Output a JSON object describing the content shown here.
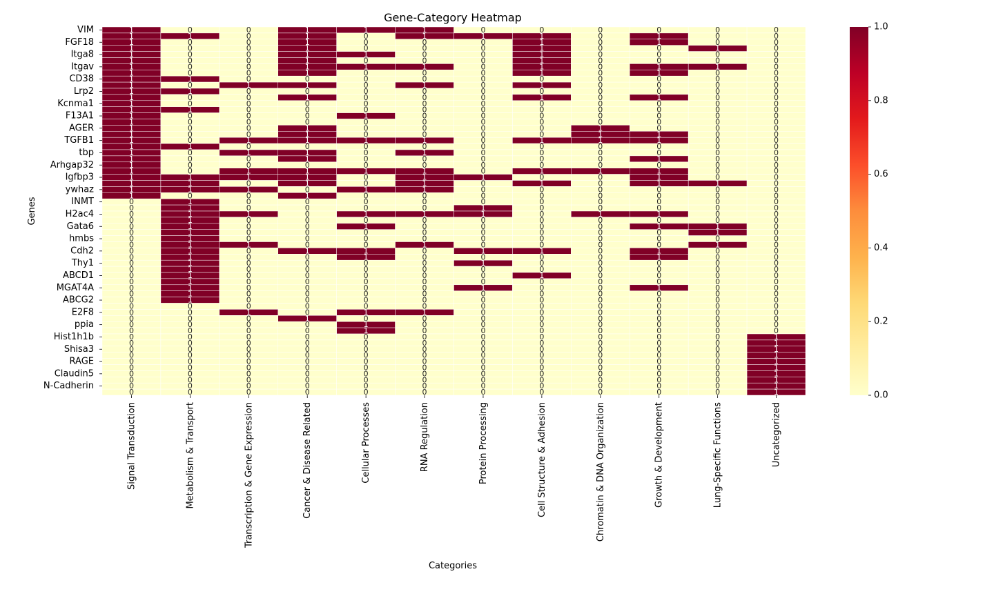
{
  "chart_data": {
    "type": "heatmap",
    "title": "Gene-Category Heatmap",
    "xlabel": "Categories",
    "ylabel": "Genes",
    "categories": [
      "Signal Transduction",
      "Metabolism & Transport",
      "Transcription & Gene Expression",
      "Cancer & Disease Related",
      "Cellular Processes",
      "RNA Regulation",
      "Protein Processing",
      "Cell Structure & Adhesion",
      "Chromatin & DNA Organization",
      "Growth & Development",
      "Lung-Specific Functions",
      "Uncategorized"
    ],
    "y_tick_labels": [
      "VIM",
      "FGF18",
      "Itga8",
      "Itgav",
      "CD38",
      "Lrp2",
      "Kcnma1",
      "F13A1",
      "AGER",
      "TGFB1",
      "tbp",
      "Arhgap32",
      "Igfbp3",
      "ywhaz",
      "INMT",
      "H2ac4",
      "Gata6",
      "hmbs",
      "Cdh2",
      "Thy1",
      "ABCD1",
      "MGAT4A",
      "ABCG2",
      "E2F8",
      "ppia",
      "Hist1h1b",
      "Shisa3",
      "RAGE",
      "Claudin5",
      "N-Cadherin"
    ],
    "y_tick_row_positions": [
      0,
      2,
      4,
      6,
      8,
      10,
      12,
      14,
      16,
      18,
      20,
      22,
      24,
      26,
      28,
      30,
      32,
      34,
      36,
      38,
      40,
      42,
      44,
      46,
      48,
      50,
      52,
      54,
      56,
      58
    ],
    "rows": [
      "VIM",
      "",
      "FGF18",
      "",
      "Itga8",
      "",
      "Itgav",
      "",
      "CD38",
      "",
      "Lrp2",
      "",
      "Kcnma1",
      "",
      "F13A1",
      "",
      "AGER",
      "",
      "TGFB1",
      "",
      "tbp",
      "",
      "Arhgap32",
      "",
      "Igfbp3",
      "",
      "ywhaz",
      "",
      "INMT",
      "",
      "H2ac4",
      "",
      "Gata6",
      "",
      "hmbs",
      "",
      "Cdh2",
      "",
      "Thy1",
      "",
      "ABCD1",
      "",
      "MGAT4A",
      "",
      "ABCG2",
      "",
      "E2F8",
      "",
      "ppia",
      "",
      "Hist1h1b",
      "",
      "Shisa3",
      "",
      "RAGE",
      "",
      "Claudin5",
      "",
      "N-Cadherin",
      ""
    ],
    "values": [
      [
        1,
        0,
        0,
        1,
        1,
        1,
        0,
        0,
        0,
        0,
        0,
        0
      ],
      [
        1,
        1,
        0,
        1,
        0,
        1,
        1,
        1,
        0,
        1,
        0,
        0
      ],
      [
        1,
        0,
        0,
        1,
        0,
        0,
        0,
        1,
        0,
        1,
        0,
        0
      ],
      [
        1,
        0,
        0,
        1,
        0,
        0,
        0,
        1,
        0,
        0,
        1,
        0
      ],
      [
        1,
        0,
        0,
        1,
        1,
        0,
        0,
        1,
        0,
        0,
        0,
        0
      ],
      [
        1,
        0,
        0,
        1,
        0,
        0,
        0,
        1,
        0,
        0,
        0,
        0
      ],
      [
        1,
        0,
        0,
        1,
        1,
        1,
        0,
        1,
        0,
        1,
        1,
        0
      ],
      [
        1,
        0,
        0,
        1,
        0,
        0,
        0,
        1,
        0,
        1,
        0,
        0
      ],
      [
        1,
        1,
        0,
        0,
        0,
        0,
        0,
        0,
        0,
        0,
        0,
        0
      ],
      [
        1,
        0,
        1,
        1,
        0,
        1,
        0,
        1,
        0,
        0,
        0,
        0
      ],
      [
        1,
        1,
        0,
        0,
        0,
        0,
        0,
        0,
        0,
        0,
        0,
        0
      ],
      [
        1,
        0,
        0,
        1,
        0,
        0,
        0,
        1,
        0,
        1,
        0,
        0
      ],
      [
        1,
        0,
        0,
        0,
        0,
        0,
        0,
        0,
        0,
        0,
        0,
        0
      ],
      [
        1,
        1,
        0,
        0,
        0,
        0,
        0,
        0,
        0,
        0,
        0,
        0
      ],
      [
        1,
        0,
        0,
        0,
        1,
        0,
        0,
        0,
        0,
        0,
        0,
        0
      ],
      [
        1,
        0,
        0,
        0,
        0,
        0,
        0,
        0,
        0,
        0,
        0,
        0
      ],
      [
        1,
        0,
        0,
        1,
        0,
        0,
        0,
        0,
        1,
        0,
        0,
        0
      ],
      [
        1,
        0,
        0,
        1,
        0,
        0,
        0,
        0,
        1,
        1,
        0,
        0
      ],
      [
        1,
        0,
        1,
        1,
        1,
        1,
        0,
        1,
        1,
        1,
        0,
        0
      ],
      [
        1,
        1,
        0,
        0,
        0,
        0,
        0,
        0,
        0,
        0,
        0,
        0
      ],
      [
        1,
        0,
        1,
        1,
        0,
        1,
        0,
        0,
        0,
        0,
        0,
        0
      ],
      [
        1,
        0,
        0,
        1,
        0,
        0,
        0,
        0,
        0,
        1,
        0,
        0
      ],
      [
        1,
        0,
        0,
        0,
        0,
        0,
        0,
        0,
        0,
        0,
        0,
        0
      ],
      [
        1,
        0,
        1,
        1,
        1,
        1,
        0,
        1,
        1,
        1,
        0,
        0
      ],
      [
        1,
        1,
        1,
        1,
        0,
        1,
        1,
        0,
        0,
        1,
        0,
        0
      ],
      [
        1,
        1,
        0,
        1,
        0,
        1,
        0,
        1,
        0,
        1,
        1,
        0
      ],
      [
        1,
        1,
        1,
        0,
        1,
        1,
        0,
        0,
        0,
        0,
        0,
        0
      ],
      [
        1,
        0,
        0,
        1,
        0,
        0,
        0,
        0,
        0,
        0,
        0,
        0
      ],
      [
        0,
        1,
        0,
        0,
        0,
        0,
        0,
        0,
        0,
        0,
        0,
        0
      ],
      [
        0,
        1,
        0,
        0,
        0,
        0,
        1,
        0,
        0,
        0,
        0,
        0
      ],
      [
        0,
        1,
        1,
        0,
        1,
        1,
        1,
        0,
        1,
        1,
        0,
        0
      ],
      [
        0,
        1,
        0,
        0,
        0,
        0,
        0,
        0,
        0,
        0,
        0,
        0
      ],
      [
        0,
        1,
        0,
        0,
        1,
        0,
        0,
        0,
        0,
        1,
        1,
        0
      ],
      [
        0,
        1,
        0,
        0,
        0,
        0,
        0,
        0,
        0,
        0,
        1,
        0
      ],
      [
        0,
        1,
        0,
        0,
        0,
        0,
        0,
        0,
        0,
        0,
        0,
        0
      ],
      [
        0,
        1,
        1,
        0,
        0,
        1,
        0,
        0,
        0,
        0,
        1,
        0
      ],
      [
        0,
        1,
        0,
        1,
        1,
        0,
        1,
        1,
        0,
        1,
        0,
        0
      ],
      [
        0,
        1,
        0,
        0,
        1,
        0,
        0,
        0,
        0,
        1,
        0,
        0
      ],
      [
        0,
        1,
        0,
        0,
        0,
        0,
        1,
        0,
        0,
        0,
        0,
        0
      ],
      [
        0,
        1,
        0,
        0,
        0,
        0,
        0,
        0,
        0,
        0,
        0,
        0
      ],
      [
        0,
        1,
        0,
        0,
        0,
        0,
        0,
        1,
        0,
        0,
        0,
        0
      ],
      [
        0,
        1,
        0,
        0,
        0,
        0,
        0,
        0,
        0,
        0,
        0,
        0
      ],
      [
        0,
        1,
        0,
        0,
        0,
        0,
        1,
        0,
        0,
        1,
        0,
        0
      ],
      [
        0,
        1,
        0,
        0,
        0,
        0,
        0,
        0,
        0,
        0,
        0,
        0
      ],
      [
        0,
        1,
        0,
        0,
        0,
        0,
        0,
        0,
        0,
        0,
        0,
        0
      ],
      [
        0,
        0,
        0,
        0,
        0,
        0,
        0,
        0,
        0,
        0,
        0,
        0
      ],
      [
        0,
        0,
        1,
        0,
        1,
        1,
        0,
        0,
        0,
        0,
        0,
        0
      ],
      [
        0,
        0,
        0,
        1,
        0,
        0,
        0,
        0,
        0,
        0,
        0,
        0
      ],
      [
        0,
        0,
        0,
        0,
        1,
        0,
        0,
        0,
        0,
        0,
        0,
        0
      ],
      [
        0,
        0,
        0,
        0,
        1,
        0,
        0,
        0,
        0,
        0,
        0,
        0
      ],
      [
        0,
        0,
        0,
        0,
        0,
        0,
        0,
        0,
        0,
        0,
        0,
        1
      ],
      [
        0,
        0,
        0,
        0,
        0,
        0,
        0,
        0,
        0,
        0,
        0,
        1
      ],
      [
        0,
        0,
        0,
        0,
        0,
        0,
        0,
        0,
        0,
        0,
        0,
        1
      ],
      [
        0,
        0,
        0,
        0,
        0,
        0,
        0,
        0,
        0,
        0,
        0,
        1
      ],
      [
        0,
        0,
        0,
        0,
        0,
        0,
        0,
        0,
        0,
        0,
        0,
        1
      ],
      [
        0,
        0,
        0,
        0,
        0,
        0,
        0,
        0,
        0,
        0,
        0,
        1
      ],
      [
        0,
        0,
        0,
        0,
        0,
        0,
        0,
        0,
        0,
        0,
        0,
        1
      ],
      [
        0,
        0,
        0,
        0,
        0,
        0,
        0,
        0,
        0,
        0,
        0,
        1
      ],
      [
        0,
        0,
        0,
        0,
        0,
        0,
        0,
        0,
        0,
        0,
        0,
        1
      ],
      [
        0,
        0,
        0,
        0,
        0,
        0,
        0,
        0,
        0,
        0,
        0,
        1
      ]
    ],
    "colorbar": {
      "colormap": "YlOrRd",
      "range": [
        0.0,
        1.0
      ],
      "ticks": [
        "0.0",
        "0.2",
        "0.4",
        "0.6",
        "0.8",
        "1.0"
      ],
      "colors": [
        "#ffffcc",
        "#ffeda0",
        "#fed976",
        "#feb24c",
        "#fd8d3c",
        "#fc4e2a",
        "#e31a1c",
        "#bd0026",
        "#800026"
      ]
    },
    "annotations": true,
    "annotation_format": "integer",
    "grid_line_color": "#ffffff",
    "legend": "colorbar on the right"
  }
}
